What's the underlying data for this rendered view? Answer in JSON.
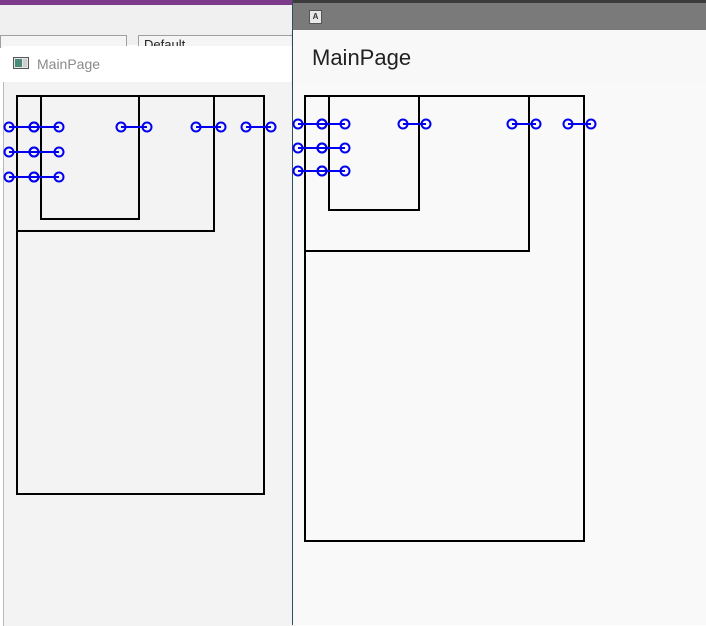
{
  "left_window": {
    "title": "MainPage",
    "toolbar_value": "Default"
  },
  "right_window": {
    "title": "MainPage",
    "status_icon_letter": "A"
  },
  "colors": {
    "accent_top": "#7b3a8a",
    "handle_blue": "#0000ee",
    "frame_black": "#000000"
  }
}
